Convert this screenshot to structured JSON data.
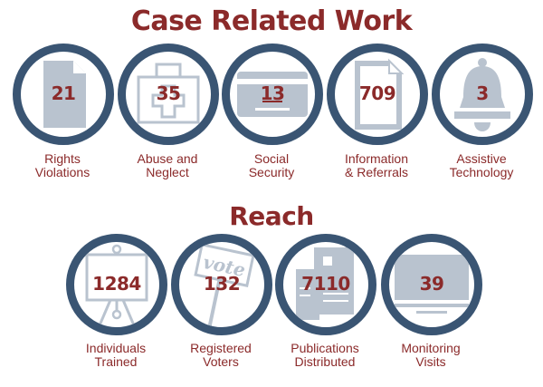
{
  "sections": {
    "case": {
      "title": "Case Related Work",
      "items": [
        {
          "value": "21",
          "label_line1": "Rights",
          "label_line2": "Violations",
          "icon": "document-icon"
        },
        {
          "value": "35",
          "label_line1": "Abuse and",
          "label_line2": "Neglect",
          "icon": "first-aid-kit-icon"
        },
        {
          "value": "13",
          "label_line1": "Social",
          "label_line2": "Security",
          "icon": "card-icon"
        },
        {
          "value": "709",
          "label_line1": "Information",
          "label_line2": "& Referrals",
          "icon": "document-icon"
        },
        {
          "value": "3",
          "label_line1": "Assistive",
          "label_line2": "Technology",
          "icon": "bell-icon"
        }
      ]
    },
    "reach": {
      "title": "Reach",
      "items": [
        {
          "value": "1284",
          "label_line1": "Individuals",
          "label_line2": "Trained",
          "icon": "easel-icon"
        },
        {
          "value": "132",
          "label_line1": "Registered",
          "label_line2": "Voters",
          "icon": "vote-sign-icon",
          "sign_text": "vote"
        },
        {
          "value": "7110",
          "label_line1": "Publications",
          "label_line2": "Distributed",
          "icon": "newspaper-icon"
        },
        {
          "value": "39",
          "label_line1": "Monitoring",
          "label_line2": "Visits",
          "icon": "monitor-icon"
        }
      ]
    }
  },
  "colors": {
    "accent": "#8b2a2a",
    "ring": "#3a5573",
    "icon": "#b9c3cf"
  }
}
